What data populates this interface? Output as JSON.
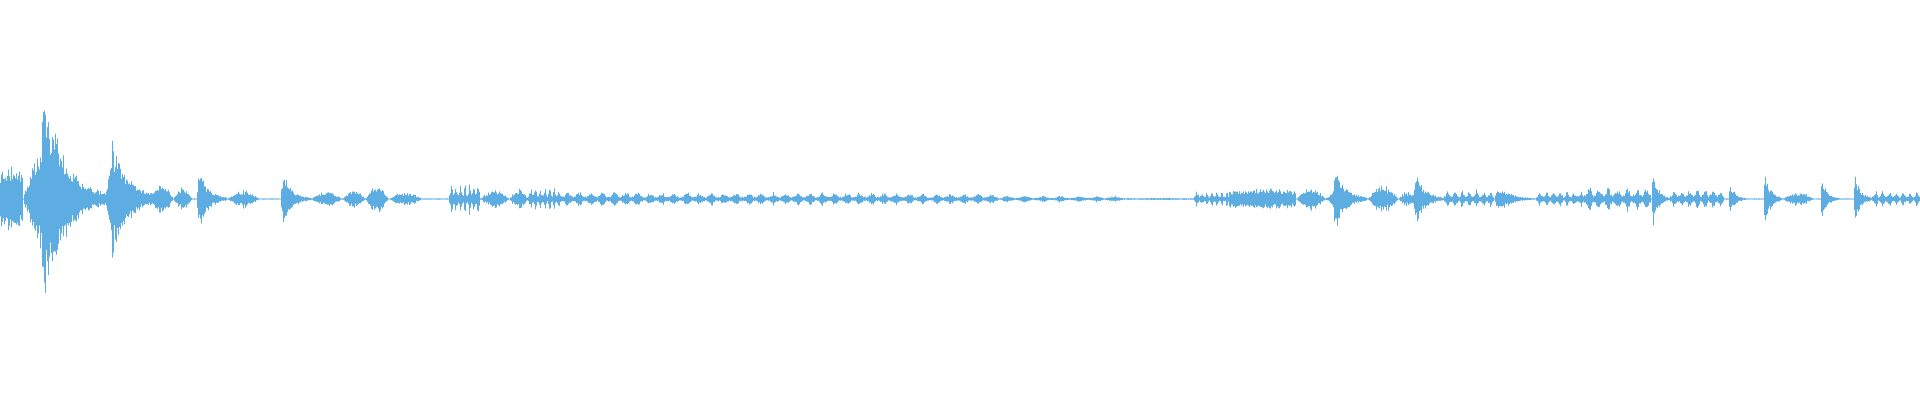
{
  "waveform": {
    "color": "#5dade2",
    "background": "#ffffff",
    "segments": [
      {
        "start": 0.0,
        "end": 0.012,
        "peak": 0.3,
        "shape": "flat"
      },
      {
        "start": 0.012,
        "end": 0.025,
        "peak": 0.62,
        "shape": "rise"
      },
      {
        "start": 0.02,
        "end": 0.055,
        "peak": 1.0,
        "shape": "decay"
      },
      {
        "start": 0.055,
        "end": 0.072,
        "peak": 0.1,
        "shape": "flat"
      },
      {
        "start": 0.055,
        "end": 0.085,
        "peak": 0.55,
        "shape": "decay"
      },
      {
        "start": 0.078,
        "end": 0.09,
        "peak": 0.15,
        "shape": "bump"
      },
      {
        "start": 0.09,
        "end": 0.1,
        "peak": 0.1,
        "shape": "bump"
      },
      {
        "start": 0.102,
        "end": 0.118,
        "peak": 0.28,
        "shape": "decay"
      },
      {
        "start": 0.118,
        "end": 0.135,
        "peak": 0.08,
        "shape": "bump"
      },
      {
        "start": 0.146,
        "end": 0.162,
        "peak": 0.23,
        "shape": "decay"
      },
      {
        "start": 0.162,
        "end": 0.178,
        "peak": 0.07,
        "shape": "bump"
      },
      {
        "start": 0.178,
        "end": 0.19,
        "peak": 0.08,
        "shape": "bump"
      },
      {
        "start": 0.19,
        "end": 0.202,
        "peak": 0.12,
        "shape": "bump"
      },
      {
        "start": 0.202,
        "end": 0.22,
        "peak": 0.06,
        "shape": "bump"
      },
      {
        "start": 0.234,
        "end": 0.25,
        "peak": 0.14,
        "shape": "burst"
      },
      {
        "start": 0.25,
        "end": 0.265,
        "peak": 0.08,
        "shape": "bump"
      },
      {
        "start": 0.265,
        "end": 0.275,
        "peak": 0.09,
        "shape": "bump"
      },
      {
        "start": 0.275,
        "end": 0.292,
        "peak": 0.1,
        "shape": "burst"
      },
      {
        "start": 0.292,
        "end": 0.335,
        "peak": 0.07,
        "shape": "burst"
      },
      {
        "start": 0.335,
        "end": 0.38,
        "peak": 0.06,
        "shape": "burst"
      },
      {
        "start": 0.38,
        "end": 0.425,
        "peak": 0.06,
        "shape": "burst"
      },
      {
        "start": 0.425,
        "end": 0.47,
        "peak": 0.06,
        "shape": "burst"
      },
      {
        "start": 0.47,
        "end": 0.52,
        "peak": 0.05,
        "shape": "burst"
      },
      {
        "start": 0.52,
        "end": 0.585,
        "peak": 0.03,
        "shape": "burst"
      },
      {
        "start": 0.585,
        "end": 0.622,
        "peak": 0.01,
        "shape": "flat"
      },
      {
        "start": 0.622,
        "end": 0.64,
        "peak": 0.07,
        "shape": "burst"
      },
      {
        "start": 0.64,
        "end": 0.675,
        "peak": 0.09,
        "shape": "flat"
      },
      {
        "start": 0.675,
        "end": 0.69,
        "peak": 0.1,
        "shape": "bump"
      },
      {
        "start": 0.69,
        "end": 0.7,
        "peak": 0.06,
        "shape": "bump"
      },
      {
        "start": 0.694,
        "end": 0.712,
        "peak": 0.3,
        "shape": "decay"
      },
      {
        "start": 0.712,
        "end": 0.728,
        "peak": 0.12,
        "shape": "bump"
      },
      {
        "start": 0.728,
        "end": 0.738,
        "peak": 0.07,
        "shape": "bump"
      },
      {
        "start": 0.736,
        "end": 0.752,
        "peak": 0.25,
        "shape": "decay"
      },
      {
        "start": 0.752,
        "end": 0.778,
        "peak": 0.08,
        "shape": "burst"
      },
      {
        "start": 0.778,
        "end": 0.8,
        "peak": 0.13,
        "shape": "decay"
      },
      {
        "start": 0.8,
        "end": 0.825,
        "peak": 0.07,
        "shape": "burst"
      },
      {
        "start": 0.825,
        "end": 0.86,
        "peak": 0.11,
        "shape": "burst"
      },
      {
        "start": 0.86,
        "end": 0.87,
        "peak": 0.24,
        "shape": "decay"
      },
      {
        "start": 0.87,
        "end": 0.898,
        "peak": 0.09,
        "shape": "burst"
      },
      {
        "start": 0.9,
        "end": 0.91,
        "peak": 0.14,
        "shape": "decay"
      },
      {
        "start": 0.918,
        "end": 0.928,
        "peak": 0.25,
        "shape": "decay"
      },
      {
        "start": 0.928,
        "end": 0.945,
        "peak": 0.06,
        "shape": "bump"
      },
      {
        "start": 0.948,
        "end": 0.958,
        "peak": 0.2,
        "shape": "decay"
      },
      {
        "start": 0.965,
        "end": 0.975,
        "peak": 0.24,
        "shape": "decay"
      },
      {
        "start": 0.975,
        "end": 1.0,
        "peak": 0.07,
        "shape": "burst"
      }
    ]
  }
}
